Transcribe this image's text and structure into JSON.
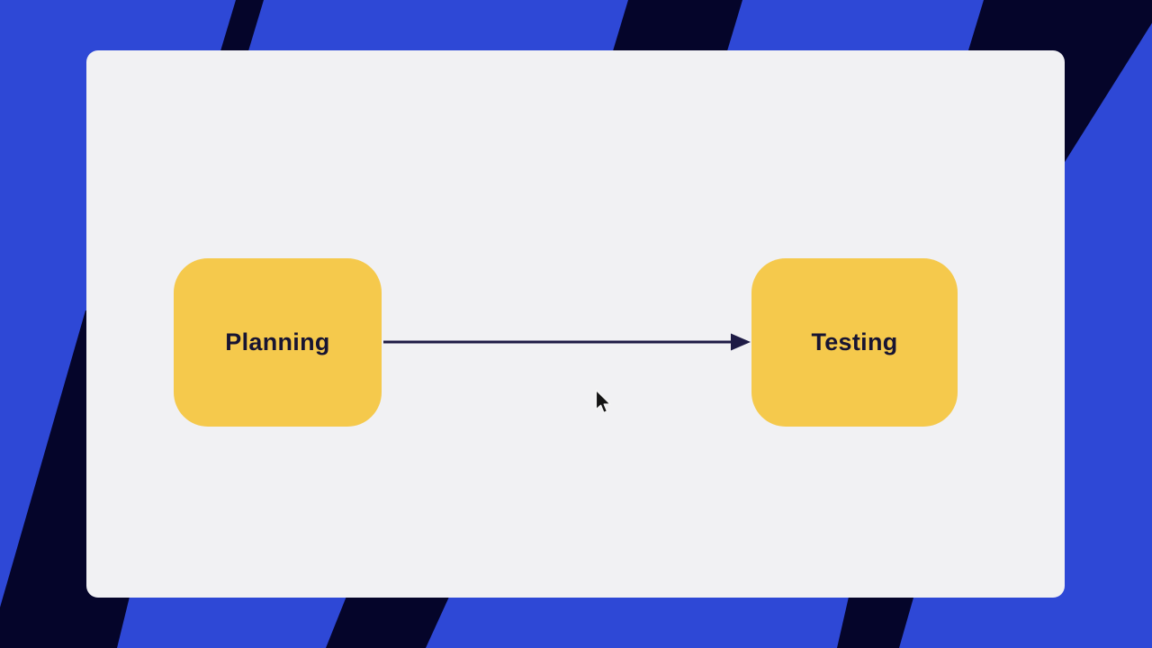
{
  "app": {
    "view": "flowchart-canvas"
  },
  "diagram": {
    "nodes": [
      {
        "id": "planning",
        "label": "Planning",
        "shape": "rounded-rectangle"
      },
      {
        "id": "testing",
        "label": "Testing",
        "shape": "rounded-rectangle"
      }
    ],
    "connectors": [
      {
        "from": "planning",
        "to": "testing",
        "style": "straight",
        "arrowhead": "filled-triangle-right"
      }
    ]
  },
  "cursor": {
    "type": "arrow-pointer"
  },
  "colors": {
    "background_blue": "#2E48D6",
    "stripe_navy": "#05052A",
    "canvas_gray": "#F1F1F3",
    "node_yellow": "#F5C94C",
    "label_ink": "#171432",
    "connector_navy": "#1E1B45"
  }
}
